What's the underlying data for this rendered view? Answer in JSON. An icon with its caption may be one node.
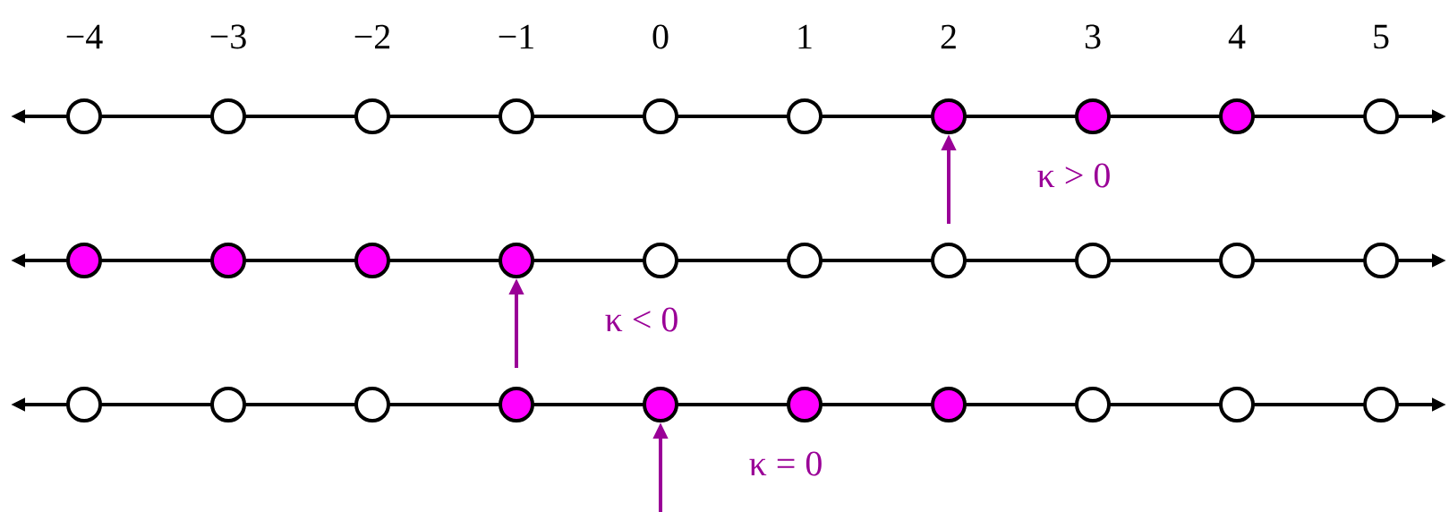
{
  "diagram": {
    "nodes": [
      {
        "text": [],
        "shape": "circle"
      },
      {
        "text": [],
        "shape": "circle"
      },
      {
        "text": [],
        "shape": "circle"
      },
      {
        "text": [],
        "shape": "circle"
      },
      {
        "text": [],
        "shape": "circle"
      },
      {
        "text": [],
        "shape": "circle"
      },
      {
        "text": [],
        "shape": "dot"
      },
      {
        "text": [],
        "shape": "dot"
      },
      {
        "text": [],
        "shape": "dot"
      },
      {
        "text": [],
        "shape": "circle"
      },
      {
        "text": [],
        "shape": "dot"
      },
      {
        "text": [],
        "shape": "dot"
      },
      {
        "text": [],
        "shape": "dot"
      },
      {
        "text": [],
        "shape": "dot"
      },
      {
        "text": [],
        "shape": "circle"
      },
      {
        "text": [],
        "shape": "circle"
      },
      {
        "text": [],
        "shape": "circle"
      },
      {
        "text": [],
        "shape": "circle"
      },
      {
        "text": [],
        "shape": "circle"
      },
      {
        "text": [],
        "shape": "circle"
      },
      {
        "text": [],
        "shape": "circle"
      },
      {
        "text": [],
        "shape": "circle"
      },
      {
        "text": [],
        "shape": "circle"
      },
      {
        "text": [],
        "shape": "dot"
      },
      {
        "text": [],
        "shape": "dot"
      },
      {
        "text": [],
        "shape": "dot"
      },
      {
        "text": [],
        "shape": "dot"
      },
      {
        "text": [],
        "shape": "circle"
      },
      {
        "text": [],
        "shape": "circle"
      },
      {
        "text": [],
        "shape": "circle"
      }
    ],
    "edges": [
      {
        "from": null,
        "to": 6,
        "arrow": "to",
        "label": "κ > 0"
      },
      {
        "from": null,
        "to": 13,
        "arrow": "to",
        "label": "κ < 0"
      },
      {
        "from": null,
        "to": 24,
        "arrow": "to",
        "label": "κ = 0"
      }
    ],
    "labels": [
      "−4",
      "−3",
      "−2",
      "−1",
      "0",
      "1",
      "2",
      "3",
      "4",
      "5"
    ]
  }
}
